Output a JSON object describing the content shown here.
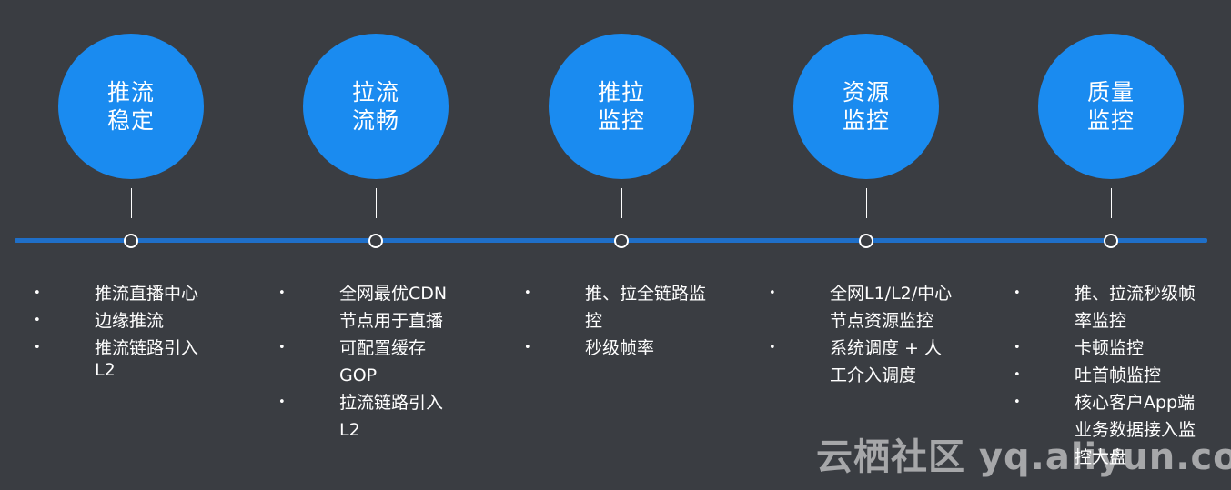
{
  "stages": [
    {
      "title_line1": "推流",
      "title_line2": "稳定",
      "items": [
        "推流直播中心",
        "边缘推流",
        "推流链路引入L2"
      ]
    },
    {
      "title_line1": "拉流",
      "title_line2": "流畅",
      "items": [
        "全网最优CDN节点用于直播",
        "可配置缓存GOP",
        "拉流链路引入L2"
      ]
    },
    {
      "title_line1": "推拉",
      "title_line2": "监控",
      "items": [
        "推、拉全链路监控",
        "秒级帧率"
      ]
    },
    {
      "title_line1": "资源",
      "title_line2": "监控",
      "items": [
        "全网L1/L2/中心节点资源监控",
        "系统调度 + 人工介入调度"
      ]
    },
    {
      "title_line1": "质量",
      "title_line2": "监控",
      "items": [
        "推、拉流秒级帧率监控",
        "卡顿监控",
        "吐首帧监控",
        "核心客户App端业务数据接入监控大盘"
      ]
    }
  ],
  "bullet_symbol": "•",
  "watermark": "云栖社区 yq.aliyun.com",
  "colors": {
    "background": "#3a3d42",
    "circle": "#1a8bf0",
    "timeline": "#1f6fc8"
  }
}
